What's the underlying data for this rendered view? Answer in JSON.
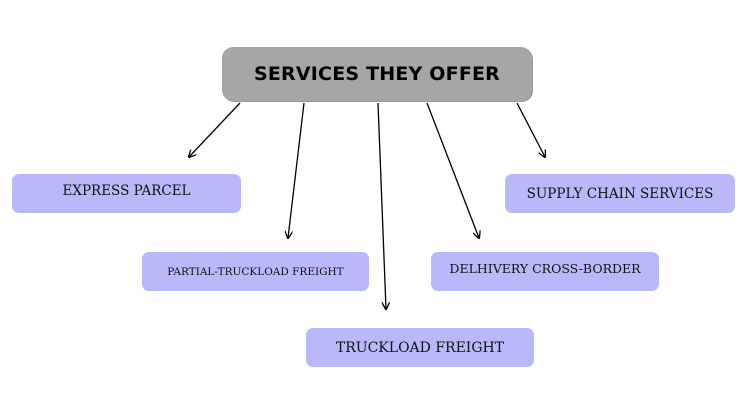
{
  "title": "SERVICES THEY OFFER",
  "nodes": {
    "express_parcel": "EXPRESS PARCEL",
    "supply_chain": "SUPPLY CHAIN SERVICES",
    "partial_truckload": "PARTIAL-TRUCKLOAD FREIGHT",
    "cross_border": "DELHIVERY CROSS-BORDER",
    "truckload": "TRUCKLOAD FREIGHT"
  },
  "colors": {
    "title_fill": "#a6a6a6",
    "node_fill": "#b9b9f9",
    "arrow": "#000000"
  }
}
